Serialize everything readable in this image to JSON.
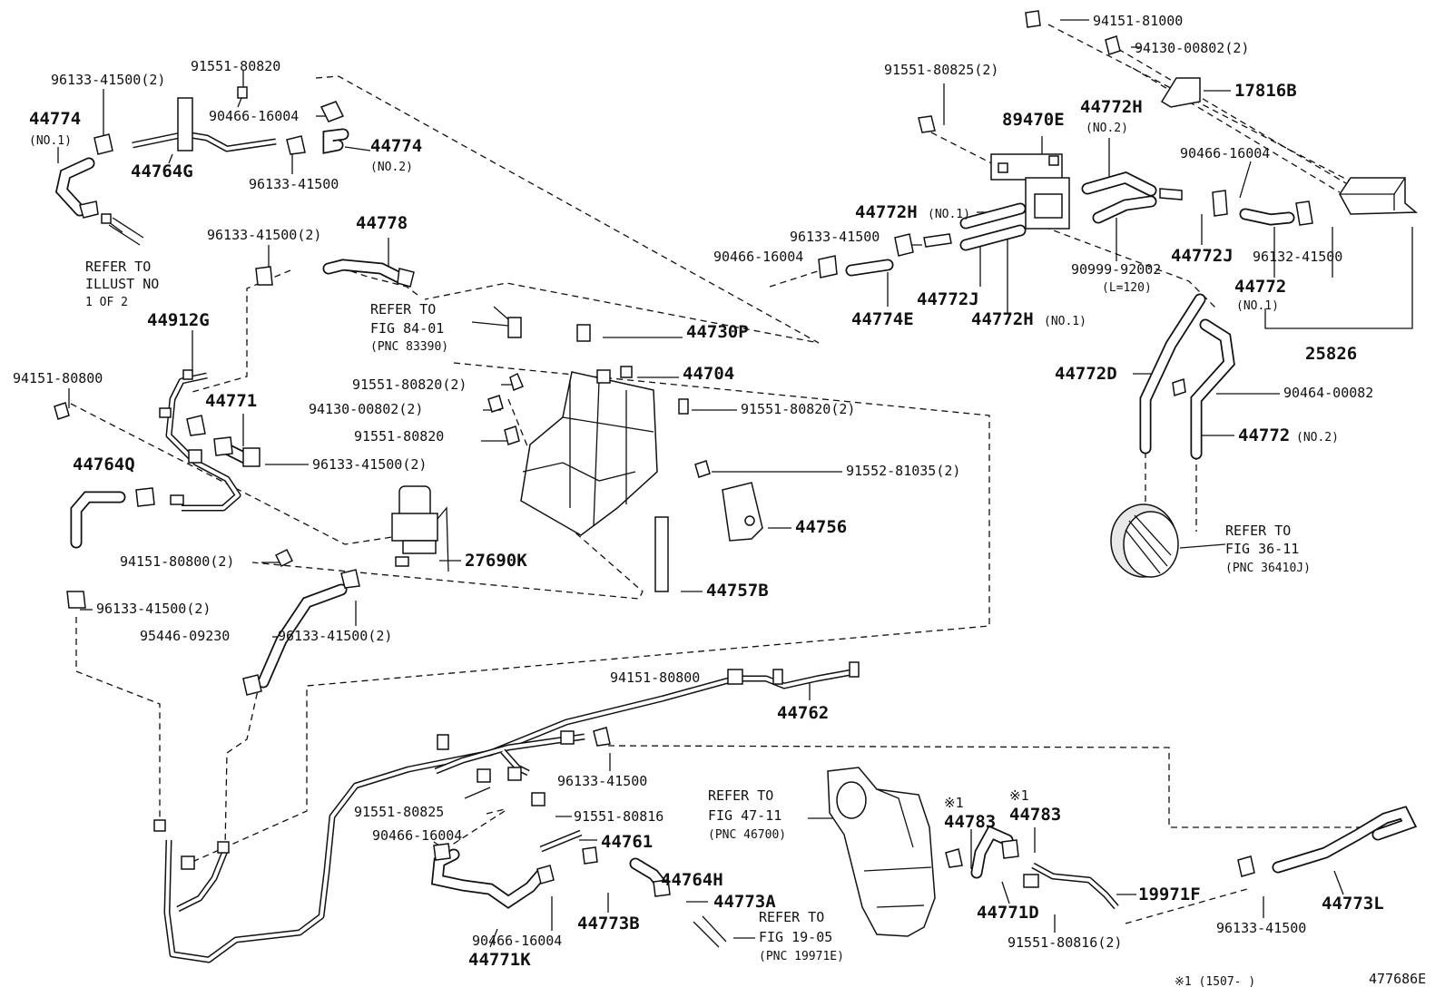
{
  "labels": {
    "p44774_no1": "44774",
    "p44774_no1_sub": "(NO.1)",
    "p96133_41500_2_a": "96133-41500(2)",
    "p91551_80820_a": "91551-80820",
    "p90466_16004_a": "90466-16004",
    "p44764G": "44764G",
    "p44774_no2": "44774",
    "p44774_no2_sub": "(NO.2)",
    "p96133_41500_a": "96133-41500",
    "refer_illust_1": "REFER TO",
    "refer_illust_2": "ILLUST NO",
    "refer_illust_3": "1 OF 2",
    "p96133_41500_2_b": "96133-41500(2)",
    "p44778": "44778",
    "p44912G": "44912G",
    "refer_84_1": "REFER TO",
    "refer_84_2": "FIG 84-01",
    "refer_84_3": "(PNC 83390)",
    "p44730P": "44730P",
    "p94151_80800_a": "94151-80800",
    "p91551_80820_2_a": "91551-80820(2)",
    "p44704": "44704",
    "p94130_00802_2_a": "94130-00802(2)",
    "p91551_80820_2_b": "91551-80820(2)",
    "p44771": "44771",
    "p91551_80820_b": "91551-80820",
    "p96133_41500_2_c": "96133-41500(2)",
    "p91552_81035_2": "91552-81035(2)",
    "p44764Q": "44764Q",
    "p44756": "44756",
    "p94151_80800_2": "94151-80800(2)",
    "p27690K": "27690K",
    "p44757B": "44757B",
    "p96133_41500_2_d": "96133-41500(2)",
    "p95446_09230": "95446-09230",
    "p96133_41500_2_e": "96133-41500(2)",
    "p94151_80800_b": "94151-80800",
    "p44762": "44762",
    "p94151_81000": "94151-81000",
    "p94130_00802_2_b": "94130-00802(2)",
    "p17816B": "17816B",
    "p91551_80825_2": "91551-80825(2)",
    "p89470E": "89470E",
    "p44772H_no2": "44772H",
    "p44772H_no2_sub": "(NO.2)",
    "p90466_16004_b": "90466-16004",
    "p44772H_no1_a": "44772H",
    "p44772H_no1_a_sub": "(NO.1)",
    "p96133_41500_b": "96133-41500",
    "p90466_16004_c": "90466-16004",
    "p44772J_a": "44772J",
    "p96132_41500": "96132-41500",
    "p90999_92002": "90999-92002",
    "p90999_92002_sub": "(L=120)",
    "p44772_no1": "44772",
    "p44772_no1_sub": "(NO.1)",
    "p44772J_b": "44772J",
    "p44774E": "44774E",
    "p44772H_no1_b": "44772H",
    "p44772H_no1_b_sub": "(NO.1)",
    "p25826": "25826",
    "p44772D": "44772D",
    "p90464_00082": "90464-00082",
    "p44772_no2": "44772",
    "p44772_no2_sub": "(NO.2)",
    "refer_36_1": "REFER TO",
    "refer_36_2": "FIG 36-11",
    "refer_36_3": "(PNC 36410J)",
    "p96133_41500_c": "96133-41500",
    "p91551_80825": "91551-80825",
    "p91551_80816_a": "91551-80816",
    "p90466_16004_d": "90466-16004",
    "p44761": "44761",
    "refer_47_1": "REFER TO",
    "refer_47_2": "FIG 47-11",
    "refer_47_3": "(PNC 46700)",
    "mark1_a": "※1",
    "p44783_a": "44783",
    "mark1_b": "※1",
    "p44783_b": "44783",
    "p44764H": "44764H",
    "p44773A": "44773A",
    "p19971F": "19971F",
    "p44773B": "44773B",
    "refer_19_1": "REFER TO",
    "refer_19_2": "FIG 19-05",
    "refer_19_3": "(PNC 19971E)",
    "p44771D": "44771D",
    "p91551_80816_2": "91551-80816(2)",
    "p90466_16004_e": "90466-16004",
    "p96133_41500_d": "96133-41500",
    "p44773L": "44773L",
    "p44771K": "44771K",
    "footnote": "※1 (1507-  )",
    "illus_no": "477686E"
  }
}
